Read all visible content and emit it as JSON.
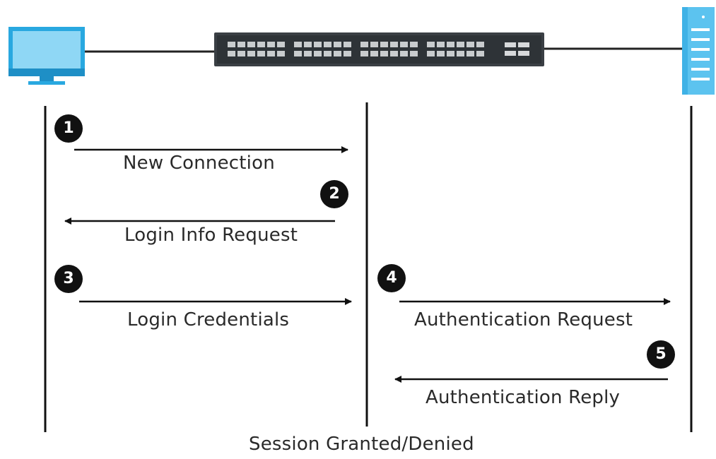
{
  "devices": [
    {
      "icon": "computer-monitor-icon"
    },
    {
      "icon": "network-switch-icon"
    },
    {
      "icon": "server-icon"
    }
  ],
  "colors": {
    "device_blue": "#29a8e0",
    "device_blue_light": "#5cc3ef",
    "switch_body": "#3a3f44",
    "line": "#111111",
    "badge": "#111111"
  },
  "steps": [
    {
      "number": "1",
      "label": "New Connection"
    },
    {
      "number": "2",
      "label": "Login Info Request"
    },
    {
      "number": "3",
      "label": "Login Credentials"
    },
    {
      "number": "4",
      "label": "Authentication Request"
    },
    {
      "number": "5",
      "label": "Authentication Reply"
    }
  ],
  "result": "Session Granted/Denied"
}
